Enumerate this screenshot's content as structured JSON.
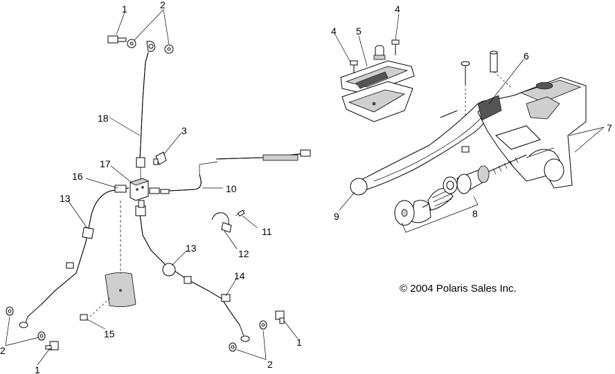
{
  "callouts": {
    "c1_top": "1",
    "c2_top": "2",
    "c18": "18",
    "c3": "3",
    "c17": "17",
    "c16": "16",
    "c13_left": "13",
    "c10": "10",
    "c11": "11",
    "c12": "12",
    "c13_right": "13",
    "c14": "14",
    "c15": "15",
    "c2_bl": "2",
    "c1_bl": "1",
    "c1_br": "1",
    "c2_br": "2",
    "c4_a": "4",
    "c5": "5",
    "c4_b": "4",
    "c6": "6",
    "c7": "7",
    "c9": "9",
    "c8": "8"
  },
  "copyright": "© 2004 Polaris Sales Inc."
}
